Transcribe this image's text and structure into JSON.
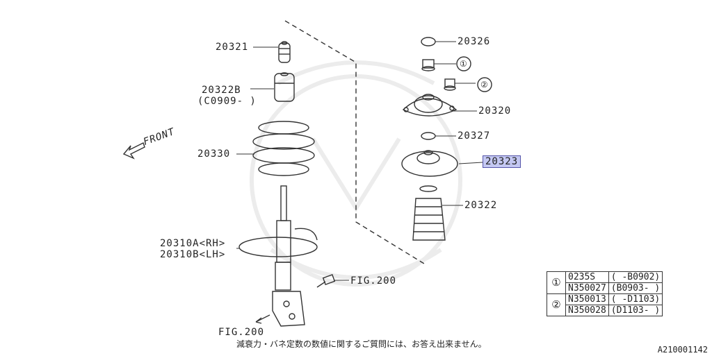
{
  "parts": {
    "p20321": "20321",
    "p20322b": "20322B",
    "p20322b_note": "(C0909- )",
    "p20330": "20330",
    "p20310a": "20310A<RH>",
    "p20310b": "20310B<LH>",
    "fig200_bolt": "FIG.200",
    "fig200_bottom": "FIG.200",
    "p20326": "20326",
    "callout1": "①",
    "callout2": "②",
    "p20320": "20320",
    "p20327": "20327",
    "p20323": "20323",
    "p20322": "20322"
  },
  "front_label": "FRONT",
  "note_text": "減衰力・バネ定数の数値に関するご質問には、お答え出来ません。",
  "diagram_ref": "A210001142",
  "highlight_color": "#c4c8f2",
  "part_table": {
    "rows": [
      {
        "num": "①",
        "part": "0235S",
        "range": "( -B0902)"
      },
      {
        "num": "",
        "part": "N350027",
        "range": "(B0903- )"
      },
      {
        "num": "②",
        "part": "N350013",
        "range": "( -D1103)"
      },
      {
        "num": "",
        "part": "N350028",
        "range": "(D1103- )"
      }
    ]
  }
}
